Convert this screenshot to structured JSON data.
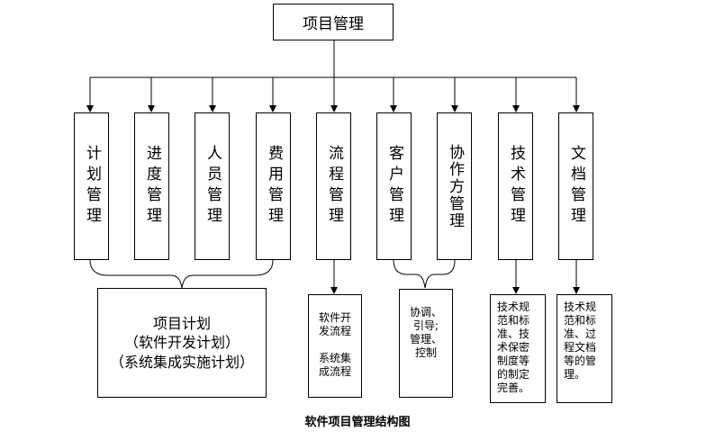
{
  "top": {
    "label": "项目管理"
  },
  "modules": [
    {
      "id": "plan",
      "label": "计划管理"
    },
    {
      "id": "progress",
      "label": "进度管理"
    },
    {
      "id": "staff",
      "label": "人员管理"
    },
    {
      "id": "cost",
      "label": "费用管理"
    },
    {
      "id": "process",
      "label": "流程管理"
    },
    {
      "id": "client",
      "label": "客户管理"
    },
    {
      "id": "coord",
      "label": "协作方管理"
    },
    {
      "id": "tech",
      "label": "技术管理"
    },
    {
      "id": "docs",
      "label": "文档管理"
    }
  ],
  "outputs": {
    "plan": {
      "lines": [
        "项目计划",
        "（软件开发计划）",
        "（系统集成实施计划）"
      ]
    },
    "process": {
      "lines": [
        "软件开",
        "发流程",
        "",
        "系统集",
        "成流程"
      ]
    },
    "coord": {
      "lines": [
        "协调、",
        "引导;",
        "管理、",
        "控制"
      ]
    },
    "tech": {
      "lines": [
        "技术规",
        "范和标",
        "准、技",
        "术保密",
        "制度等",
        "的制定",
        "完善。"
      ]
    },
    "docs": {
      "lines": [
        "技术规",
        "范和标",
        "准、过",
        "程文档",
        "等的管",
        "理。"
      ]
    }
  },
  "caption": "软件项目管理结构图"
}
